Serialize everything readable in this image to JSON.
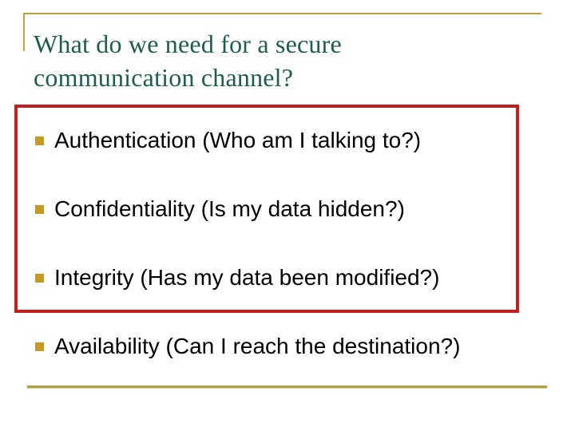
{
  "slide": {
    "title": "What do we need for a secure communication channel?",
    "title_lines": [
      "What do we need for a secure",
      "communication channel?"
    ],
    "bullets": [
      {
        "text": "Authentication (Who am I talking to?)",
        "inside_highlight_box": true
      },
      {
        "text": "Confidentiality (Is my data hidden?)",
        "inside_highlight_box": true
      },
      {
        "text": "Integrity (Has my data been modified?)",
        "inside_highlight_box": true
      },
      {
        "text": "Availability (Can I reach the destination?)",
        "inside_highlight_box": false
      }
    ],
    "colors": {
      "title_text": "#1e5c4e",
      "body_text": "#000000",
      "divider_gold": "#b3a23f",
      "bullet_marker_gold": "#c49a20",
      "highlight_box_red": "#c22020",
      "background": "#ffffff"
    }
  }
}
